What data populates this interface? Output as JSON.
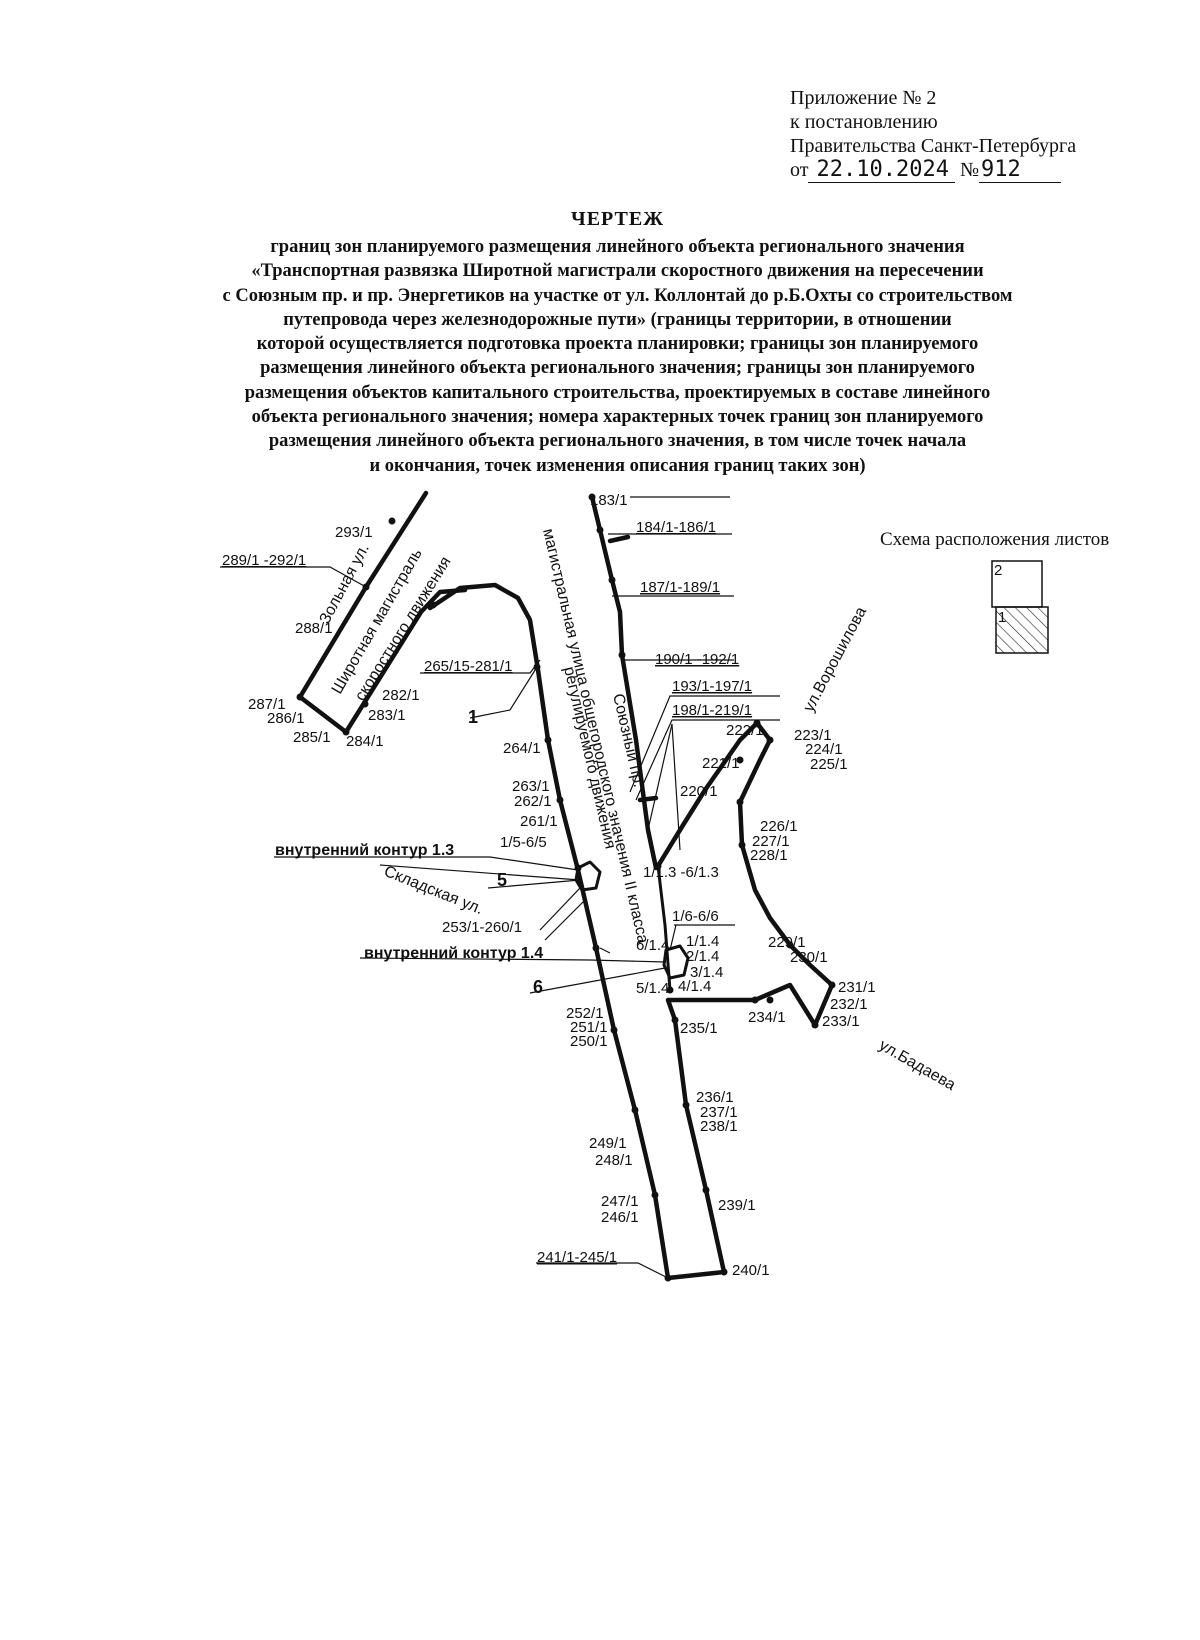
{
  "header": {
    "line1": "Приложение № 2",
    "line2": "к постановлению",
    "line3": "Правительства Санкт-Петербурга",
    "date_prefix": "от",
    "date": "22.10.2024",
    "number_prefix": "№",
    "number": "912"
  },
  "title": {
    "main": "ЧЕРТЕЖ",
    "lines": [
      "границ зон планируемого размещения линейного объекта регионального значения",
      "«Транспортная развязка Широтной магистрали скоростного движения на пересечении",
      "с Союзным пр. и пр. Энергетиков на участке от ул. Коллонтай до р.Б.Охты  со строительством",
      "путепровода через железнодорожные пути» (границы территории, в отношении",
      "которой осуществляется подготовка проекта планировки; границы зон планируемого",
      "размещения линейного объекта регионального значения; границы зон планируемого",
      "размещения объектов капитального строительства, проектируемых в составе линейного",
      "объекта регионального значения; номера характерных точек границ зон планируемого",
      "размещения линейного объекта регионального значения, в том числе точек начала",
      "и окончания, точек изменения описания границ таких зон)"
    ]
  },
  "scheme": {
    "title": "Схема расположения листов",
    "sheet_top": "2",
    "sheet_bottom": "1"
  },
  "streets": {
    "zolnaya": "Зольная ул.",
    "shirotnaya_1": "Широтная магистраль",
    "shirotnaya_2": "скоростного движения",
    "magistral_1": "магистральная улица общегородского значения II класса",
    "magistral_2": "регулируемого движения",
    "soyuzny": "Союзный пр.",
    "voroshilova": "ул.Ворошилова",
    "skladskaya": "Складская ул.",
    "badaeva": "ул.Бадаева"
  },
  "contours": {
    "inner_13": "внутренний контур 1.3",
    "inner_14": "внутренний контур 1.4",
    "zone_1": "1",
    "zone_5": "5",
    "zone_6": "6"
  },
  "points": {
    "p183": "183/1",
    "p184_186": "184/1-186/1",
    "p187_189": "187/1-189/1",
    "p190_192": "190/1 -192/1",
    "p193_197": "193/1-197/1",
    "p198_219": "198/1-219/1",
    "p220": "220/1",
    "p221": "221/1",
    "p222": "222/1",
    "p223": "223/1",
    "p224": "224/1",
    "p225": "225/1",
    "p226": "226/1",
    "p227": "227/1",
    "p228": "228/1",
    "p229": "229/1",
    "p230": "230/1",
    "p231": "231/1",
    "p232": "232/1",
    "p233": "233/1",
    "p234": "234/1",
    "p235": "235/1",
    "p236": "236/1",
    "p237": "237/1",
    "p238": "238/1",
    "p239": "239/1",
    "p240": "240/1",
    "p241_245": "241/1-245/1",
    "p246": "246/1",
    "p247": "247/1",
    "p248": "248/1",
    "p249": "249/1",
    "p250": "250/1",
    "p251": "251/1",
    "p252": "252/1",
    "p253_260": "253/1-260/1",
    "p261": "261/1",
    "p262": "262/1",
    "p263": "263/1",
    "p264": "264/1",
    "p265_281": "265/15-281/1",
    "p282": "282/1",
    "p283": "283/1",
    "p284": "284/1",
    "p285": "285/1",
    "p286": "286/1",
    "p287": "287/1",
    "p288": "288/1",
    "p289_292": "289/1 -292/1",
    "p293": "293/1",
    "p15_65": "1/5-6/5",
    "p113_613": "1/1.3 -6/1.3",
    "p16_66": "1/6-6/6",
    "p114": "1/1.4",
    "p214": "2/1.4",
    "p314": "3/1.4",
    "p414": "4/1.4",
    "p514": "5/1.4",
    "p614": "6/1.4"
  }
}
